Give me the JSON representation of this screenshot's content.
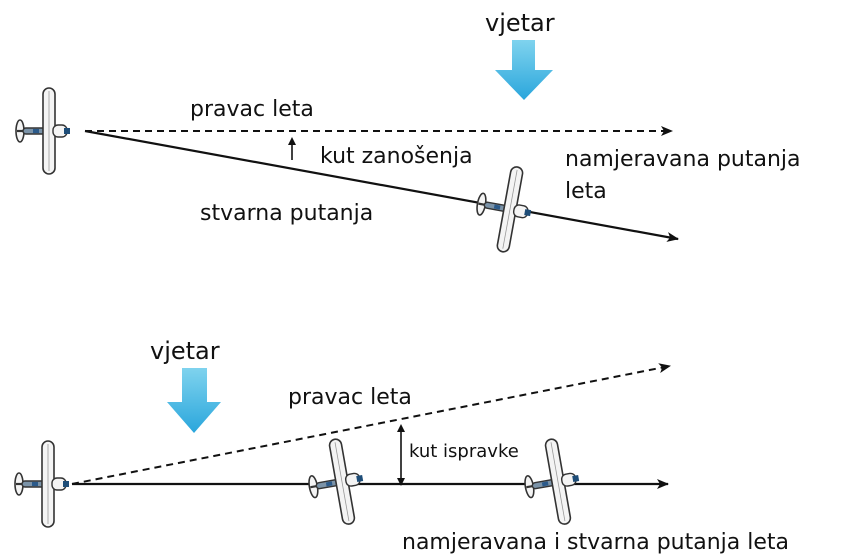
{
  "colors": {
    "wind_arrow_light": "#7fd3ee",
    "wind_arrow_dark": "#2aa6dc",
    "line": "#111111",
    "plane_stroke": "#333333",
    "plane_fill": "#f4f4f4"
  },
  "top_diagram": {
    "wind_label": "vjetar",
    "heading_label": "pravac leta",
    "drift_angle_label": "kut zanošenja",
    "intended_track_label_line1": "namjeravana putanja",
    "intended_track_label_line2": "leta",
    "actual_track_label": "stvarna putanja"
  },
  "bottom_diagram": {
    "wind_label": "vjetar",
    "heading_label": "pravac leta",
    "correction_angle_label": "kut ispravke",
    "track_label": "namjeravana i stvarna putanja leta"
  }
}
